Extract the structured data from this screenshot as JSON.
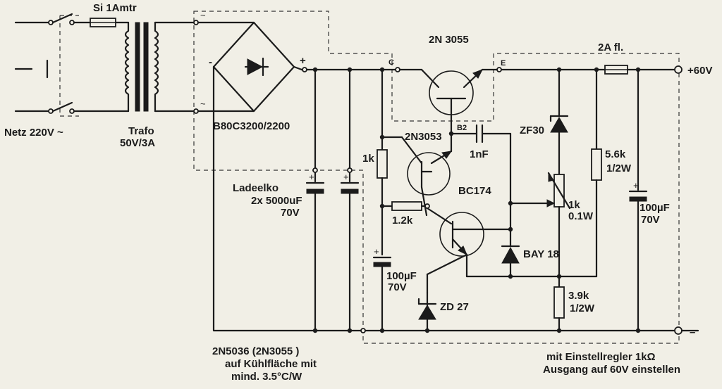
{
  "mains": {
    "label": "Netz 220V ~"
  },
  "fuse_in": {
    "label": "Si 1Amtr"
  },
  "transformer": {
    "name": "Trafo",
    "rating": "50V/3A"
  },
  "rectifier": {
    "name": "B80C3200/2200",
    "minus": "-",
    "plus": "+",
    "ac1": "~",
    "ac2": "~"
  },
  "reservoir": {
    "name": "Ladeelko",
    "value": "2x 5000uF",
    "voltage": "70V"
  },
  "pass_transistor": {
    "name": "2N 3055",
    "collector": "C",
    "emitter": "E",
    "base": "B2"
  },
  "driver_transistor": {
    "name": "2N3053"
  },
  "control_transistor": {
    "name": "BC174"
  },
  "r_1k": {
    "value": "1k"
  },
  "r_1k2": {
    "value": "1.2k"
  },
  "c_1nf": {
    "value": "1nF"
  },
  "c_100uf_left": {
    "value": "100µF",
    "voltage": "70V"
  },
  "zener_zd27": {
    "name": "ZD 27"
  },
  "zener_zf30": {
    "name": "ZF30"
  },
  "diode_bay18": {
    "name": "BAY 18"
  },
  "pot": {
    "value": "1k",
    "power": "0.1W"
  },
  "r_5k6": {
    "value": "5.6k",
    "power": "1/2W"
  },
  "r_3k9": {
    "value": "3.9k",
    "power": "1/2W"
  },
  "c_100uf_out": {
    "value": "100µF",
    "voltage": "70V"
  },
  "fuse_out": {
    "label": "2A fl."
  },
  "output": {
    "plus": "+60V",
    "minus": "–"
  },
  "note_heatsink": {
    "line1": "2N5036   (2N3055 )",
    "line2": "auf  Kühlfläche mit",
    "line3": "mind. 3.5°C/W"
  },
  "note_adjust": {
    "line1": "mit Einstellregler 1kΩ",
    "line2": "Ausgang auf 60V einstellen"
  }
}
